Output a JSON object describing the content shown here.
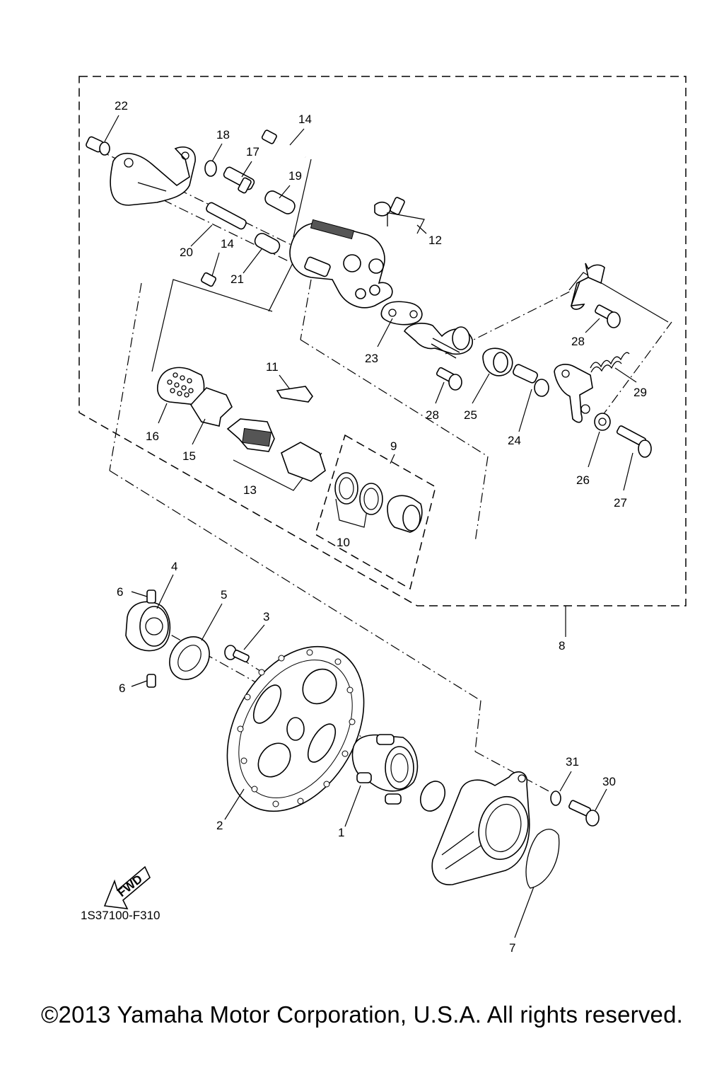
{
  "diagram_code": "1S37100-F310",
  "fwd_label": "FWD",
  "copyright": "©2013 Yamaha Motor Corporation, U.S.A. All rights reserved.",
  "callouts": [
    {
      "id": "c22",
      "text": "22"
    },
    {
      "id": "c14a",
      "text": "14"
    },
    {
      "id": "c18",
      "text": "18"
    },
    {
      "id": "c17",
      "text": "17"
    },
    {
      "id": "c19",
      "text": "19"
    },
    {
      "id": "c12",
      "text": "12"
    },
    {
      "id": "c20",
      "text": "20"
    },
    {
      "id": "c14b",
      "text": "14"
    },
    {
      "id": "c21",
      "text": "21"
    },
    {
      "id": "c23",
      "text": "23"
    },
    {
      "id": "c28a",
      "text": "28"
    },
    {
      "id": "c28b",
      "text": "28"
    },
    {
      "id": "c25",
      "text": "25"
    },
    {
      "id": "c24",
      "text": "24"
    },
    {
      "id": "c29",
      "text": "29"
    },
    {
      "id": "c11",
      "text": "11"
    },
    {
      "id": "c16",
      "text": "16"
    },
    {
      "id": "c15",
      "text": "15"
    },
    {
      "id": "c9",
      "text": "9"
    },
    {
      "id": "c13",
      "text": "13"
    },
    {
      "id": "c10",
      "text": "10"
    },
    {
      "id": "c26",
      "text": "26"
    },
    {
      "id": "c27",
      "text": "27"
    },
    {
      "id": "c8",
      "text": "8"
    },
    {
      "id": "c4",
      "text": "4"
    },
    {
      "id": "c6a",
      "text": "6"
    },
    {
      "id": "c5",
      "text": "5"
    },
    {
      "id": "c3",
      "text": "3"
    },
    {
      "id": "c6b",
      "text": "6"
    },
    {
      "id": "c31",
      "text": "31"
    },
    {
      "id": "c30",
      "text": "30"
    },
    {
      "id": "c2",
      "text": "2"
    },
    {
      "id": "c1",
      "text": "1"
    },
    {
      "id": "c7",
      "text": "7"
    }
  ]
}
